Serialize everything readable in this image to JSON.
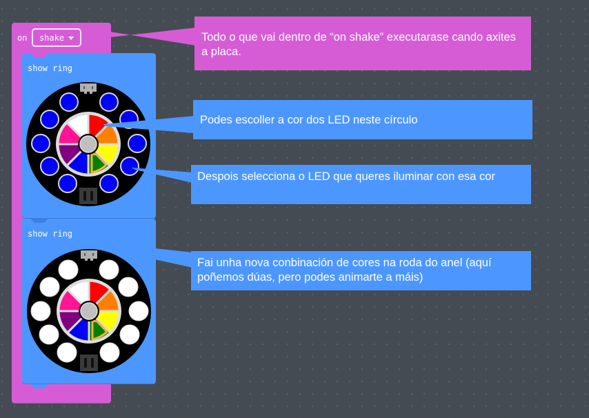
{
  "event_block": {
    "keyword": "on",
    "dropdown_value": "shake",
    "color": "#d65cd6"
  },
  "blocks": [
    {
      "title": "show ring",
      "led_color": "#0000ff",
      "leds": [
        "blue",
        "blue",
        "blue",
        "blue",
        "blue",
        "blue",
        "blue",
        "blue",
        "blue",
        "blue"
      ]
    },
    {
      "title": "show ring",
      "led_color": "#ffffff",
      "leds": [
        "white",
        "white",
        "white",
        "white",
        "white",
        "white",
        "white",
        "white",
        "white",
        "white"
      ]
    }
  ],
  "color_wheel": {
    "segments": [
      "red",
      "orange",
      "yellow",
      "green",
      "blue",
      "purple",
      "pink",
      "white"
    ],
    "colors": {
      "red": "#ff0000",
      "orange": "#ff8000",
      "yellow": "#ffff00",
      "green": "#008000",
      "blue": "#0000ff",
      "purple": "#800080",
      "pink": "#ff1493",
      "white": "#ffffff"
    },
    "selected": "green"
  },
  "callouts": [
    {
      "text": "Todo o que vai dentro de “on shake” executarase cando axites a placa.",
      "color": "#d65cd6"
    },
    {
      "text": "Podes escoller a cor dos LED neste círculo",
      "color": "#4c97ff"
    },
    {
      "text": "Despois selecciona o LED que queres iluminar con esa cor",
      "color": "#4c97ff"
    },
    {
      "text": "Fai unha nova conbinación de cores na roda do anel (aquí poñemos dúas, pero podes animarte a máis)",
      "color": "#4c97ff"
    }
  ]
}
